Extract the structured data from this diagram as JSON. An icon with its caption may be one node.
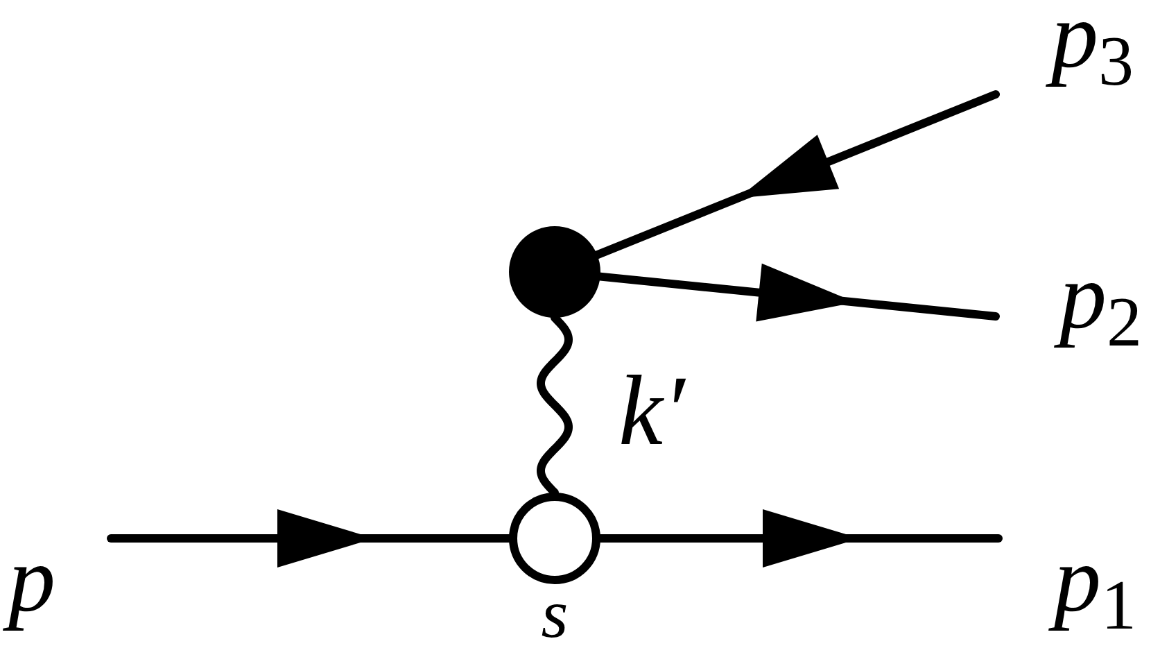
{
  "diagram": {
    "nodes": [
      {
        "text": [
          "p$_{3}$"
        ]
      },
      {
        "text": [],
        "shape": "circle"
      },
      {
        "text": [
          "p$_{2}$"
        ]
      },
      {
        "text": [
          "p"
        ]
      },
      {
        "text": [],
        "shape": "circle",
        "beside": [
          "s"
        ]
      },
      {
        "text": [
          "p$_{1}$"
        ]
      }
    ],
    "edges": [
      {
        "from": 0,
        "to": 1,
        "arrow": "to"
      },
      {
        "from": 1,
        "to": 2,
        "arrow": "to"
      },
      {
        "from": 1,
        "to": 4,
        "arrow": "none",
        "label": "k′"
      },
      {
        "from": 3,
        "to": 4,
        "arrow": "to"
      },
      {
        "from": 4,
        "to": 5,
        "arrow": "to"
      }
    ]
  }
}
